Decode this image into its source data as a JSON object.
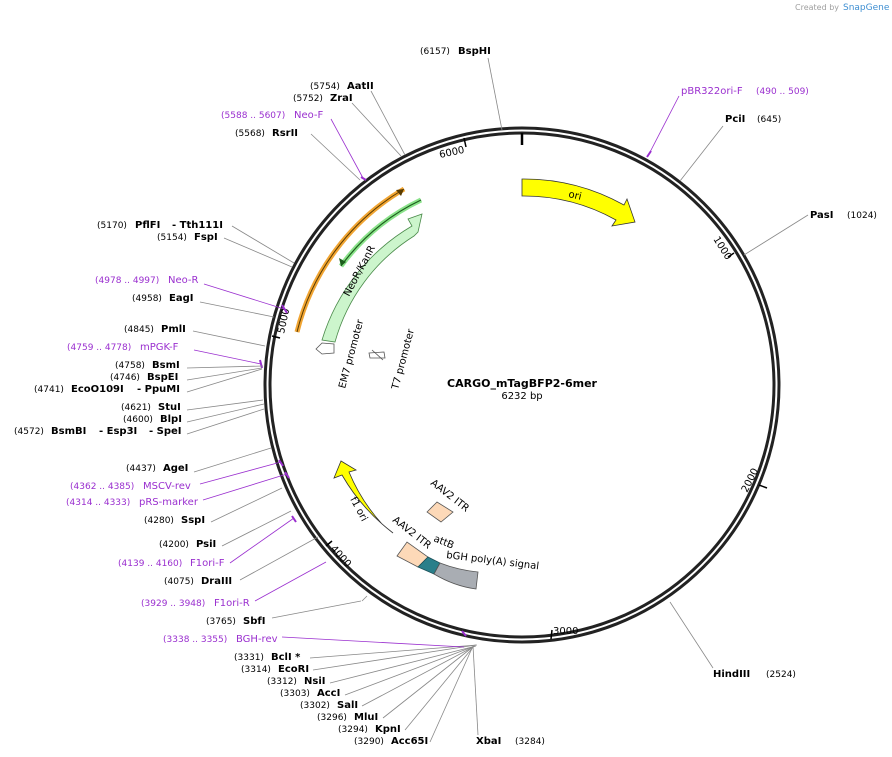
{
  "credit": {
    "created_by": "Created by",
    "brand": "SnapGene"
  },
  "plasmid": {
    "name": "CARGO_mTagBFP2-6mer",
    "size": "6232 bp"
  },
  "ticks": [
    "1000",
    "2000",
    "3000",
    "4000",
    "5000",
    "6000"
  ],
  "sites": {
    "bsphi": {
      "pos": "(6157)",
      "name": "BspHI"
    },
    "aatii": {
      "pos": "(5754)",
      "name": "AatII"
    },
    "zrai": {
      "pos": "(5752)",
      "name": "ZraI"
    },
    "rsrii": {
      "pos": "(5568)",
      "name": "RsrII"
    },
    "pflfi": {
      "pos": "(5170)",
      "name": "PflFI"
    },
    "tth111i": {
      "name": "- Tth111I"
    },
    "fspi": {
      "pos": "(5154)",
      "name": "FspI"
    },
    "eagi": {
      "pos": "(4958)",
      "name": "EagI"
    },
    "pmli": {
      "pos": "(4845)",
      "name": "PmlI"
    },
    "bsmi": {
      "pos": "(4758)",
      "name": "BsmI"
    },
    "bspei": {
      "pos": "(4746)",
      "name": "BspEI"
    },
    "ecoo109i": {
      "pos": "(4741)",
      "name": "EcoO109I"
    },
    "ppumi": {
      "name": "- PpuMI"
    },
    "stui": {
      "pos": "(4621)",
      "name": "StuI"
    },
    "blpi": {
      "pos": "(4600)",
      "name": "BlpI"
    },
    "bsmbi": {
      "pos": "(4572)",
      "name": "BsmBI"
    },
    "esp3i": {
      "name": "- Esp3I"
    },
    "spei": {
      "name": "- SpeI"
    },
    "agei": {
      "pos": "(4437)",
      "name": "AgeI"
    },
    "sspi": {
      "pos": "(4280)",
      "name": "SspI"
    },
    "psii": {
      "pos": "(4200)",
      "name": "PsiI"
    },
    "draiii": {
      "pos": "(4075)",
      "name": "DraIII"
    },
    "sbfi": {
      "pos": "(3765)",
      "name": "SbfI"
    },
    "bcli": {
      "pos": "(3331)",
      "name": "BclI *"
    },
    "ecori": {
      "pos": "(3314)",
      "name": "EcoRI"
    },
    "nsii": {
      "pos": "(3312)",
      "name": "NsiI"
    },
    "acci": {
      "pos": "(3303)",
      "name": "AccI"
    },
    "sali": {
      "pos": "(3302)",
      "name": "SalI"
    },
    "mlui": {
      "pos": "(3296)",
      "name": "MluI"
    },
    "kpni": {
      "pos": "(3294)",
      "name": "KpnI"
    },
    "acc65i": {
      "pos": "(3290)",
      "name": "Acc65I"
    },
    "xbai": {
      "name": "XbaI",
      "pos": "(3284)"
    },
    "hindiii": {
      "name": "HindIII",
      "pos": "(2524)"
    },
    "pasi": {
      "name": "PasI",
      "pos": "(1024)"
    },
    "pcii": {
      "name": "PciI",
      "pos": "(645)"
    }
  },
  "primers": {
    "pbr322": {
      "name": "pBR322ori-F",
      "pos": "(490 .. 509)"
    },
    "neof": {
      "pos": "(5588 .. 5607)",
      "name": "Neo-F"
    },
    "neor": {
      "pos": "(4978 .. 4997)",
      "name": "Neo-R"
    },
    "mpgkf": {
      "pos": "(4759 .. 4778)",
      "name": "mPGK-F"
    },
    "mscvrev": {
      "pos": "(4362 .. 4385)",
      "name": "MSCV-rev"
    },
    "prsmarker": {
      "pos": "(4314 .. 4333)",
      "name": "pRS-marker"
    },
    "f1orif": {
      "pos": "(4139 .. 4160)",
      "name": "F1ori-F"
    },
    "f1orir": {
      "pos": "(3929 .. 3948)",
      "name": "F1ori-R"
    },
    "bghrev": {
      "pos": "(3338 .. 3355)",
      "name": "BGH-rev"
    }
  },
  "features": {
    "ori": "ori",
    "neokanr": "NeoR/KanR",
    "em7": "EM7 promoter",
    "t7": "T7 promoter",
    "f1ori": "f1 ori",
    "aav2itr_a": "AAV2 ITR",
    "aav2itr_b": "AAV2 ITR",
    "attb": "attB",
    "bgh": "bGH poly(A) signal"
  },
  "colors": {
    "ori": "#ffff00",
    "neokanr": "#ccf5cc",
    "f1ori": "#ffff00",
    "itr": "#fdd9b8",
    "attb": "#2a7f8a",
    "bgh": "#a9adb3",
    "primer": "#9a2fcf",
    "orange": "#f1a533",
    "green": "#3aa13a"
  }
}
